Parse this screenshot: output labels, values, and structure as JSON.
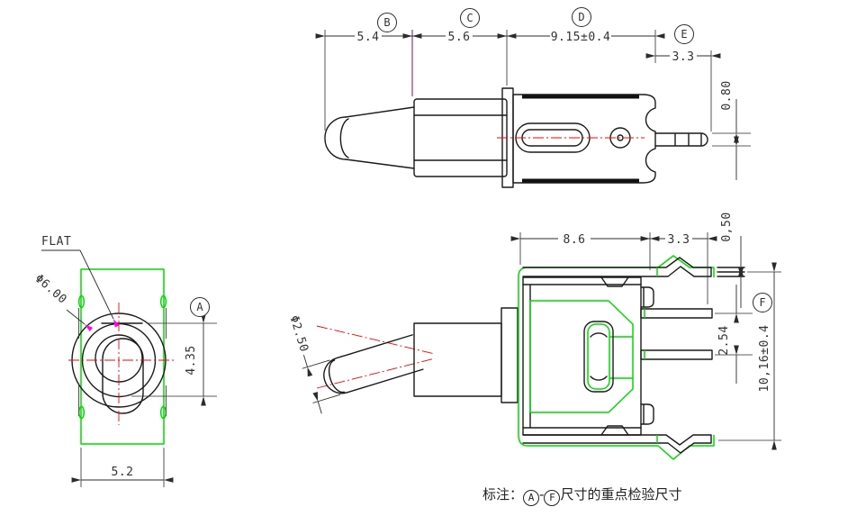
{
  "drawing": {
    "top_view": {
      "dim_b": {
        "mark": "B",
        "value": "5.4"
      },
      "dim_c": {
        "mark": "C",
        "value": "5.6"
      },
      "dim_d": {
        "mark": "D",
        "value": "9.15±0.4"
      },
      "dim_e": {
        "mark": "E",
        "value": "3.3"
      },
      "dim_pin_thickness": {
        "value": "0.80"
      }
    },
    "front_view": {
      "label_flat": "FLAT",
      "dim_bushing_diameter": {
        "value": "Φ6.00"
      },
      "dim_a": {
        "mark": "A",
        "value": "4.35"
      },
      "dim_base_width": {
        "value": "5.2"
      }
    },
    "side_view": {
      "dim_body_width": {
        "value": "8.6"
      },
      "dim_bracket": {
        "value": "3.3"
      },
      "dim_bracket_thickness": {
        "value": "0,50"
      },
      "dim_pin_pitch": {
        "value": "2.54"
      },
      "dim_height": {
        "mark": "F",
        "value": "10,16±0.4"
      },
      "dim_lever_diameter": {
        "value": "Φ2.50"
      }
    },
    "note": {
      "prefix": "标注：",
      "from_mark": "A",
      "dash": "-",
      "to_mark": "F",
      "text": "尺寸的重点检验尺寸"
    },
    "colors": {
      "outline": "#1a1a1a",
      "casing_green": "#00dc00",
      "centerline_red": "#ff0000",
      "accent_purple": "#9b30a0",
      "accent_magenta": "#ff00ff"
    }
  }
}
